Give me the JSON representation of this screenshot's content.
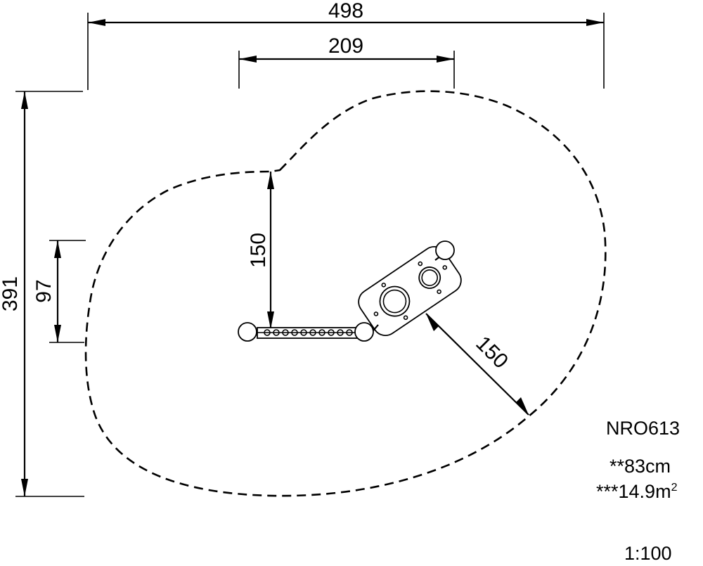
{
  "dimensions": {
    "overall_width": "498",
    "inner_width": "209",
    "overall_height": "391",
    "left_height": "97",
    "inner_vertical": "150",
    "diagonal": "150"
  },
  "info": {
    "product_code": "NRO613",
    "fall_height": "**83cm",
    "area_value": "***14.9m",
    "area_unit_sup": "2",
    "scale": "1:100"
  }
}
